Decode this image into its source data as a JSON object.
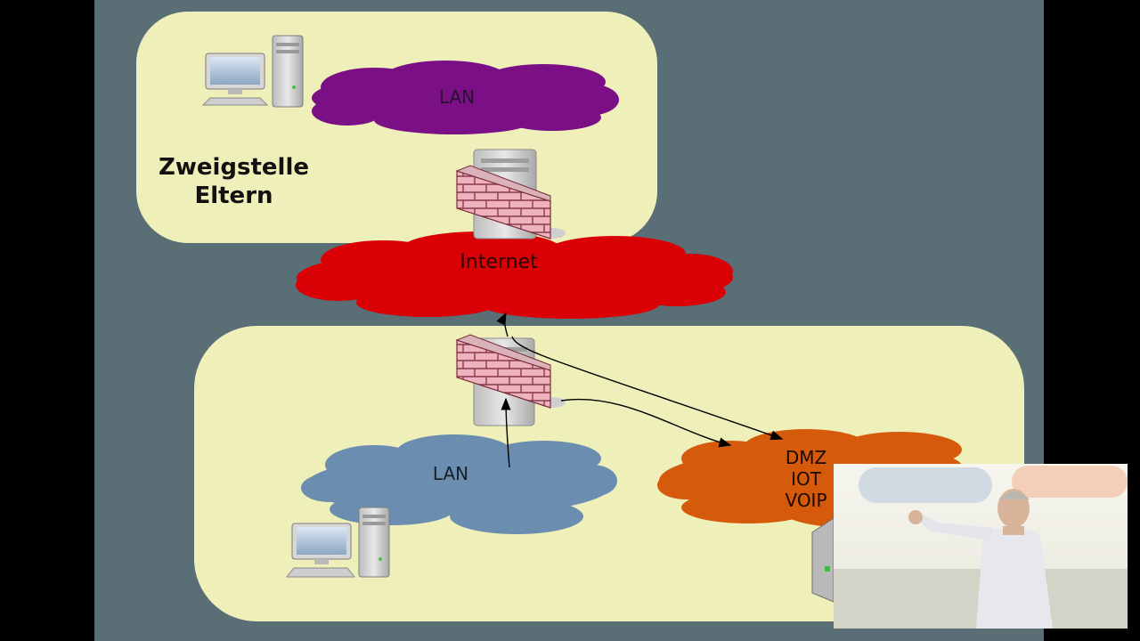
{
  "branch": {
    "title_line1": "Zweigstelle",
    "title_line2": "Eltern",
    "lan_label": "LAN"
  },
  "internet": {
    "label": "Internet"
  },
  "home": {
    "lan_label": "LAN",
    "dmz_lines": [
      "DMZ",
      "IOT",
      "VOIP"
    ]
  },
  "colors": {
    "slide_bg": "#5a6e76",
    "box_fill": "#efefba",
    "lan_branch_cloud": "#7a0f86",
    "internet_cloud": "#d90006",
    "lan_home_cloud": "#6a8db0",
    "dmz_cloud": "#d65a0c",
    "firewall_brick": "#e8a8b4"
  }
}
